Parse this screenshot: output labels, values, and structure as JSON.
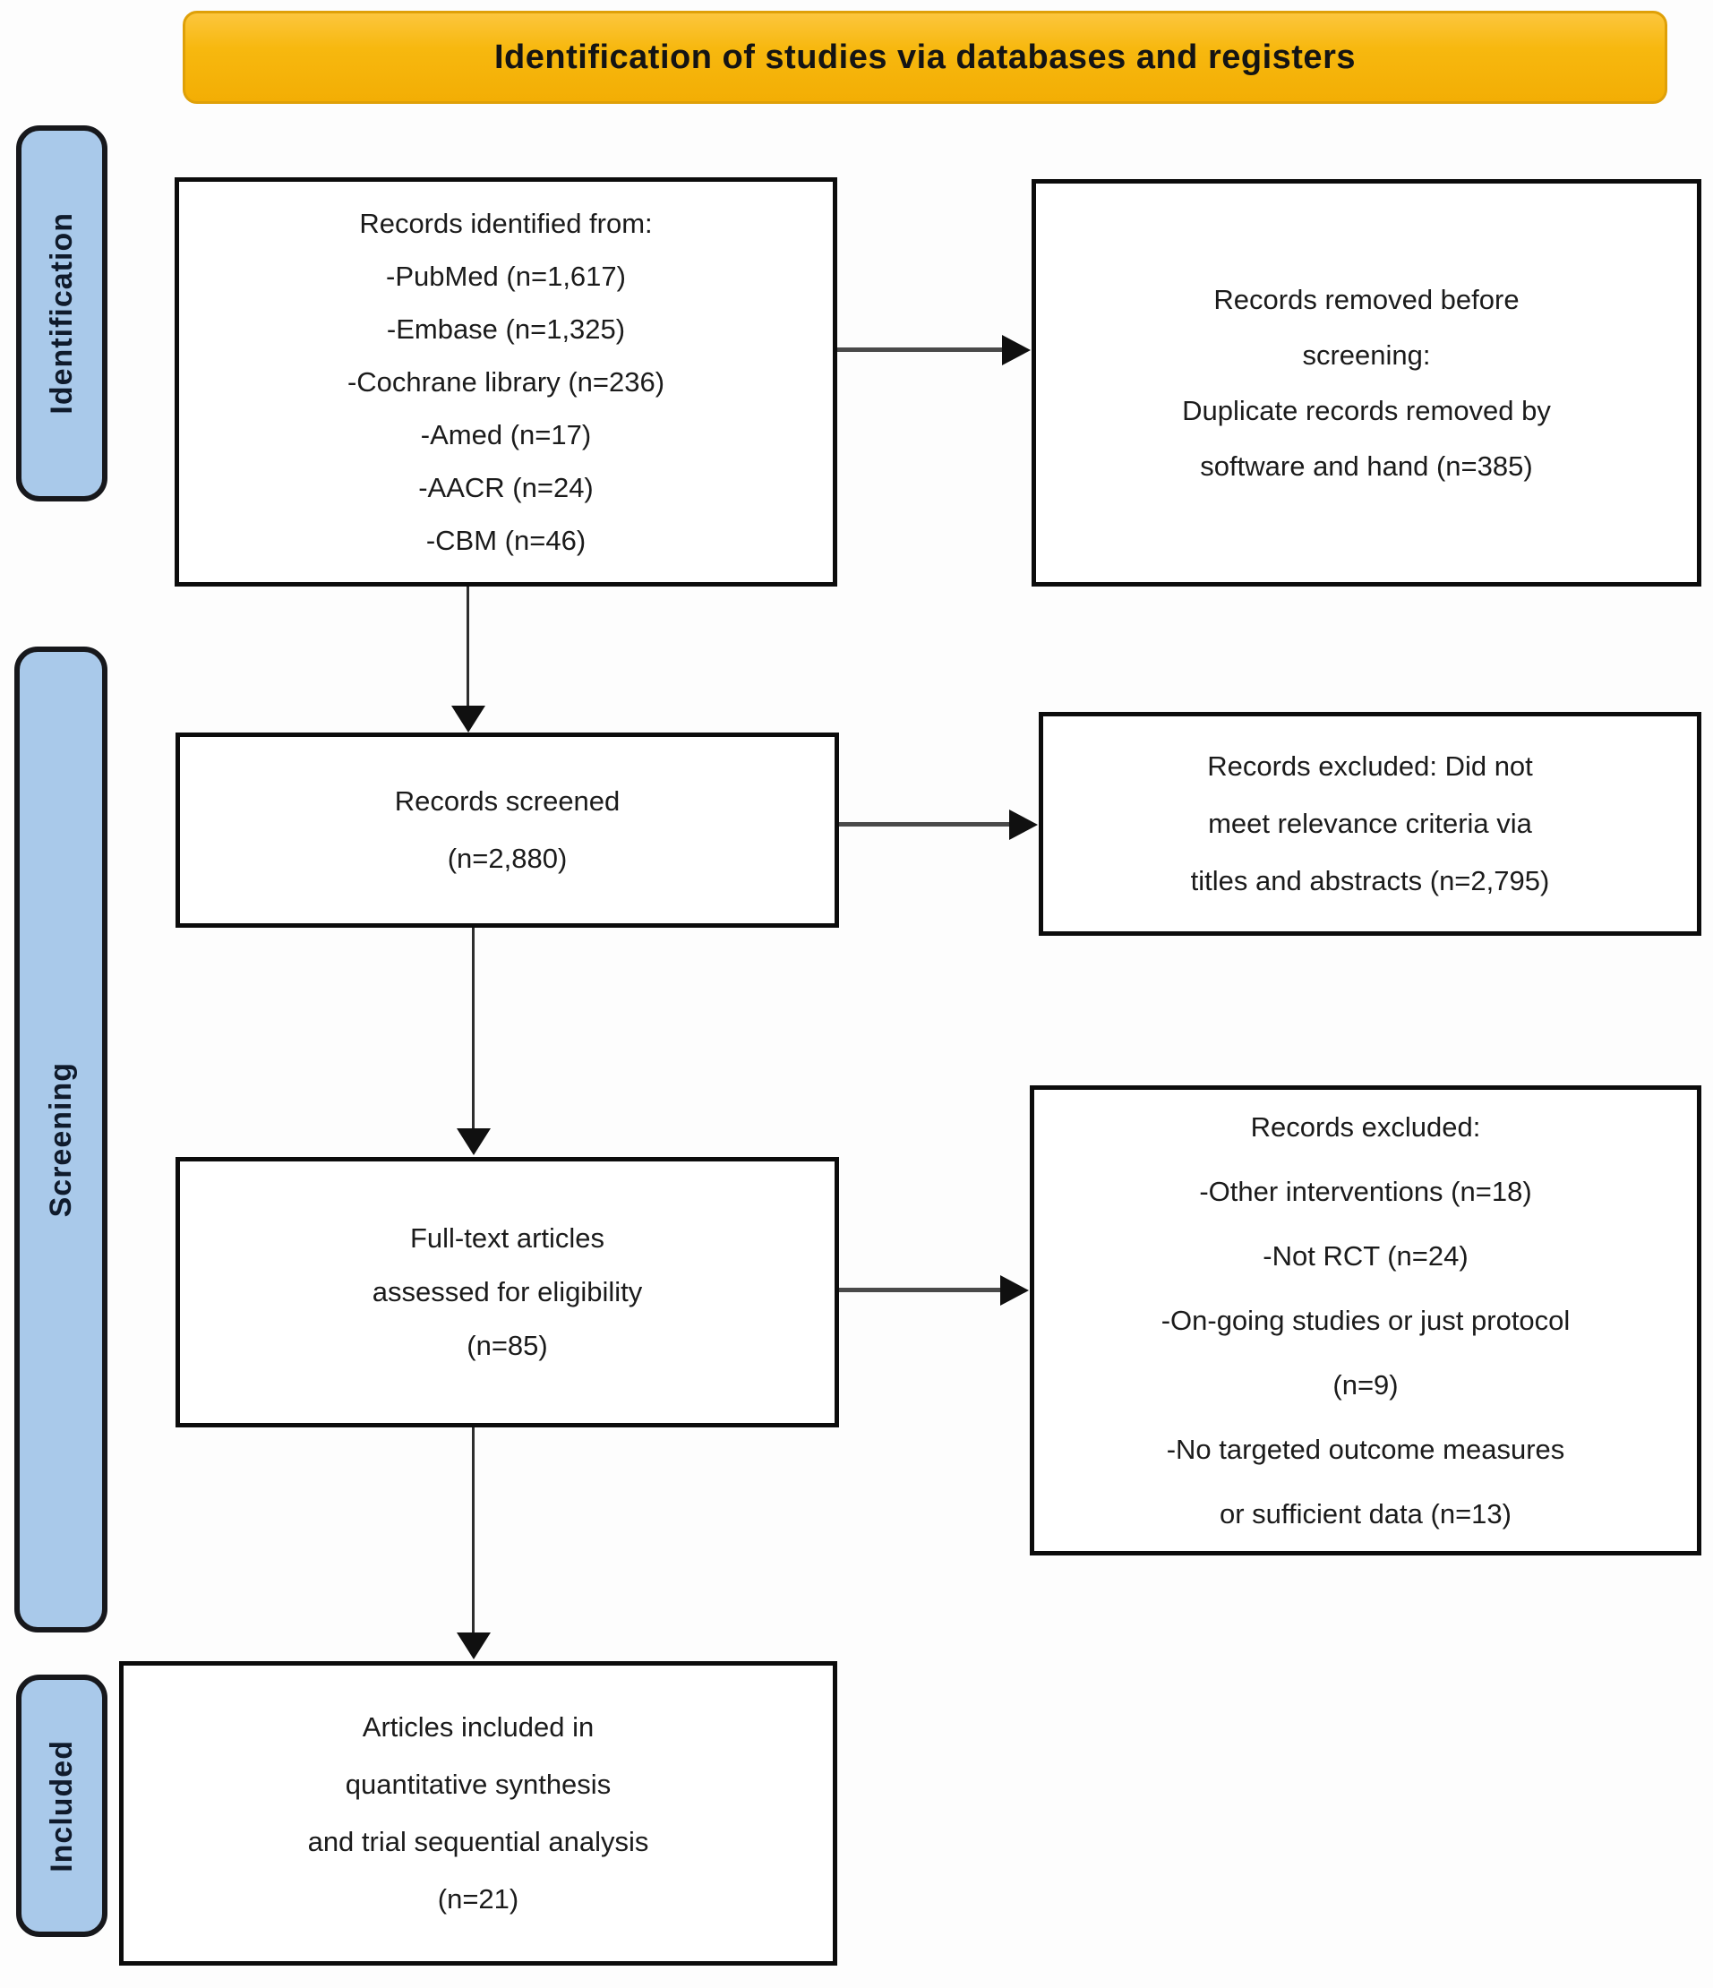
{
  "banner": {
    "title": "Identification of studies via databases and registers"
  },
  "stages": [
    "Identification",
    "Screening",
    "Included"
  ],
  "boxes": {
    "identified": {
      "lines": [
        "Records identified from:",
        "-PubMed (n=1,617)",
        "-Embase (n=1,325)",
        "-Cochrane library (n=236)",
        "-Amed (n=17)",
        "-AACR (n=24)",
        "-CBM (n=46)"
      ]
    },
    "removed": {
      "lines": [
        "Records removed before",
        "screening:",
        "Duplicate records removed by",
        "software and hand (n=385)"
      ]
    },
    "screened": {
      "lines": [
        "Records screened",
        "(n=2,880)"
      ]
    },
    "excluded_screening": {
      "lines": [
        "Records excluded: Did not",
        "meet relevance criteria via",
        "titles and abstracts (n=2,795)"
      ]
    },
    "fulltext": {
      "lines": [
        "Full-text articles",
        "assessed for eligibility",
        "(n=85)"
      ]
    },
    "excluded_eligibility": {
      "lines": [
        "Records excluded:",
        "-Other interventions (n=18)",
        "-Not RCT (n=24)",
        "-On-going studies or just protocol",
        "(n=9)",
        "-No targeted outcome measures",
        "or sufficient data (n=13)"
      ]
    },
    "included": {
      "lines": [
        "Articles included in",
        "quantitative synthesis",
        "and trial sequential analysis",
        "(n=21)"
      ]
    }
  },
  "colors": {
    "banner_fill": "#F7B80F",
    "banner_border": "#DFA008",
    "stage_fill": "#A9C9EA",
    "stage_border": "#17181C",
    "box_border": "#0C0C0C",
    "arrow": "#101010"
  }
}
